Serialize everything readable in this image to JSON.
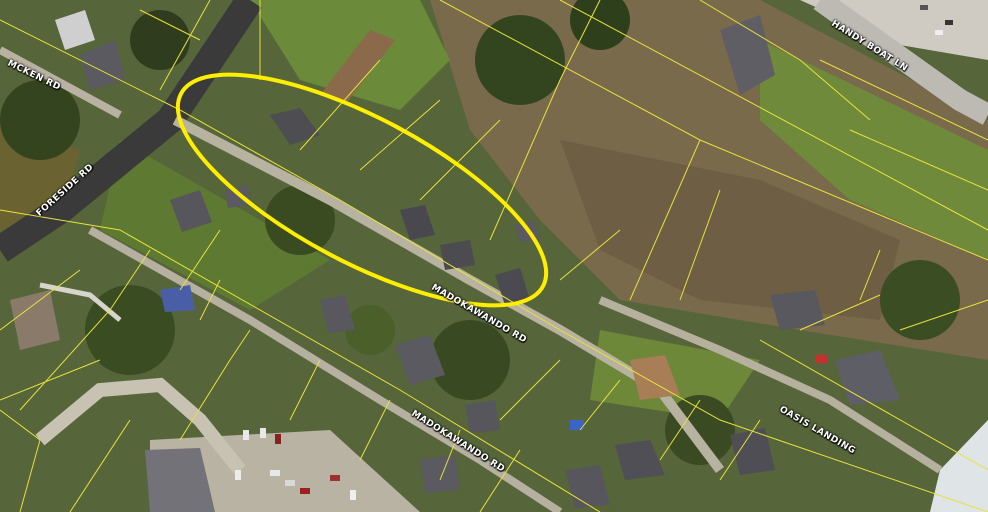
{
  "map": {
    "road_labels": {
      "mcken_rd": "MCKEN RD",
      "foreside_rd": "FORESIDE RD",
      "handy_boat_ln": "HANDY BOAT LN",
      "madokawando_rd_upper": "MADOKAWANDO RD",
      "madokawando_rd_lower": "MADOKAWANDO RD",
      "oasis_landing": "OASIS LANDING"
    },
    "colors": {
      "parcel_lines": "#e8e23a",
      "highlight_ellipse": "#ffee00",
      "road_surface": "#bdb7a6",
      "paved_road": "#3b3b3b",
      "vegetation": "#4f6030",
      "bare_woods": "#7d6a4e",
      "lawn": "#6f8a3a"
    }
  }
}
